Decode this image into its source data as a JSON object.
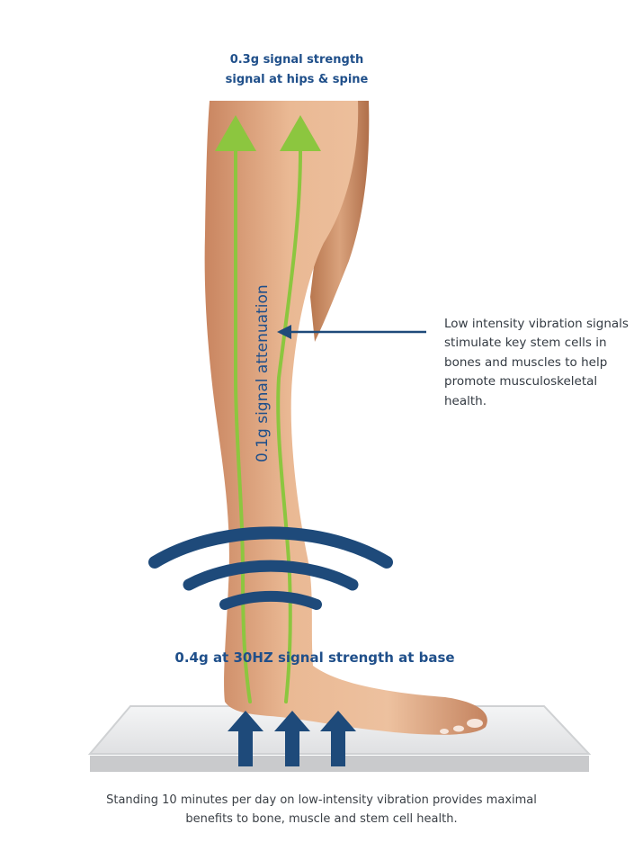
{
  "labels": {
    "top_line1": "0.3g signal strength",
    "top_line2": "signal at hips & spine",
    "attenuation": "0.1g signal attenuation",
    "base": "0.4g at 30HZ signal strength at base",
    "side_note": "Low intensity vibration signals stimulate key stem cells in bones and muscles to help promote musculoskeletal health."
  },
  "caption": {
    "line1": "Standing 10 minutes per day on low-intensity vibration provides maximal",
    "line2": "benefits to bone, muscle and stem cell health."
  },
  "colors": {
    "navy": "#1f4f8a",
    "dark_blue": "#1e4a7a",
    "signal_green": "#8cc63f",
    "skin": "#e6b58f",
    "platform": "#e8e9ea"
  },
  "icons": {
    "vibration_waves": "concentric-arcs",
    "upward_arrows": "thick-up-arrows"
  }
}
